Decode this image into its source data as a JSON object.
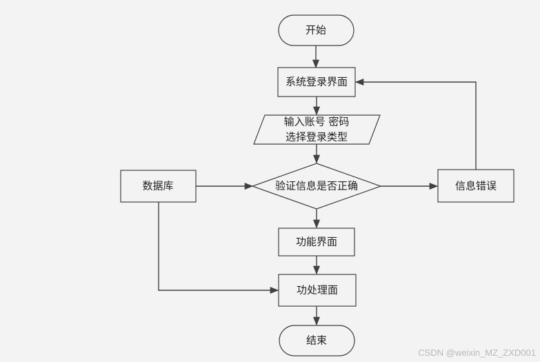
{
  "nodes": {
    "start": "开始",
    "login": "系统登录界面",
    "input_line1": "输入账号 密码",
    "input_line2": "选择登录类型",
    "verify": "验证信息是否正确",
    "database": "数据库",
    "error": "信息错误",
    "function": "功能界面",
    "process": "功处理面",
    "end": "结束"
  },
  "watermark": "CSDN @weixin_MZ_ZXD001",
  "colors": {
    "background": "#f3f3f3",
    "node_fill": "#f3f3f3",
    "stroke": "#404040"
  }
}
